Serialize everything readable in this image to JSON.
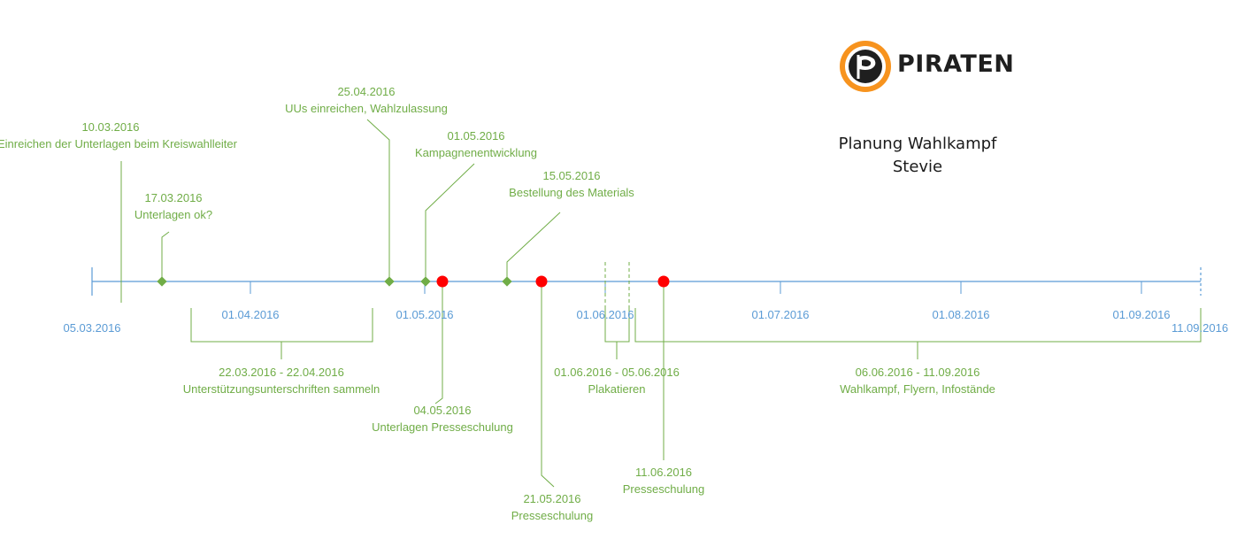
{
  "title": {
    "line1": "Planung Wahlkampf",
    "line2": "Stevie"
  },
  "logo": {
    "wordmark": "PIRATEN",
    "icon": "pirate-flag-icon",
    "ring_color": "#f7931e"
  },
  "colors": {
    "axis": "#5b9bd5",
    "milestone": "#70ad47",
    "event": "#ff0000"
  },
  "axis": {
    "start_label": "05.03.2016",
    "end_label": "11.09.2016",
    "ticks": [
      "01.04.2016",
      "01.05.2016",
      "01.06.2016",
      "01.07.2016",
      "01.08.2016",
      "01.09.2016"
    ]
  },
  "milestones": [
    {
      "date": "10.03.2016",
      "text": "Einreichen der Unterlagen beim Kreiswahlleiter"
    },
    {
      "date": "17.03.2016",
      "text": "Unterlagen ok?"
    },
    {
      "date": "25.04.2016",
      "text": "UUs einreichen, Wahlzulassung"
    },
    {
      "date": "01.05.2016",
      "text": "Kampagnenentwicklung"
    },
    {
      "date": "15.05.2016",
      "text": "Bestellung des Materials"
    }
  ],
  "events": [
    {
      "date": "04.05.2016",
      "text": "Unterlagen Presseschulung"
    },
    {
      "date": "21.05.2016",
      "text": "Presseschulung"
    },
    {
      "date": "11.06.2016",
      "text": "Presseschulung"
    }
  ],
  "ranges": [
    {
      "range": "22.03.2016 - 22.04.2016",
      "text": "Unterstützungsunterschriften sammeln"
    },
    {
      "range": "01.06.2016 - 05.06.2016",
      "text": "Plakatieren"
    },
    {
      "range": "06.06.2016 - 11.09.2016",
      "text": "Wahlkampf, Flyern, Infostände"
    }
  ]
}
